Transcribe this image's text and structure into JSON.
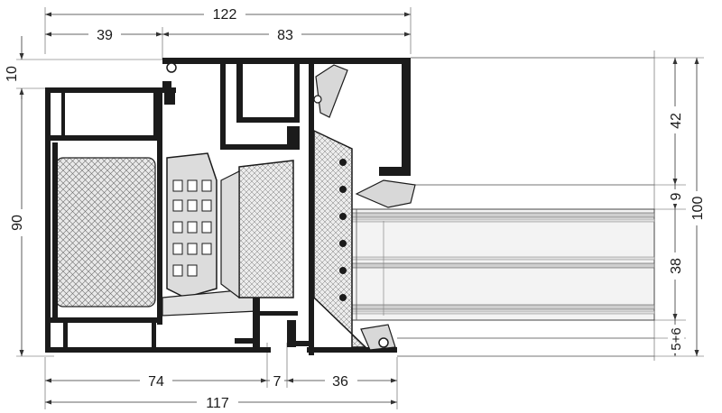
{
  "colors": {
    "profile": "#1b1b1b",
    "insulation": "#e8e8e8",
    "gasket": "#d9d9d9",
    "glass": "#f1f1f1",
    "dimension": "#333333"
  },
  "dimensions": {
    "top_total": "122",
    "top_left": "39",
    "top_right": "83",
    "bottom_total": "117",
    "bottom_left": "74",
    "bottom_mid": "7",
    "bottom_right": "36",
    "left_top": "10",
    "left_height": "90",
    "right_42": "42",
    "right_9": "9",
    "right_38": "38",
    "right_56": "5+6",
    "right_total": "100"
  }
}
